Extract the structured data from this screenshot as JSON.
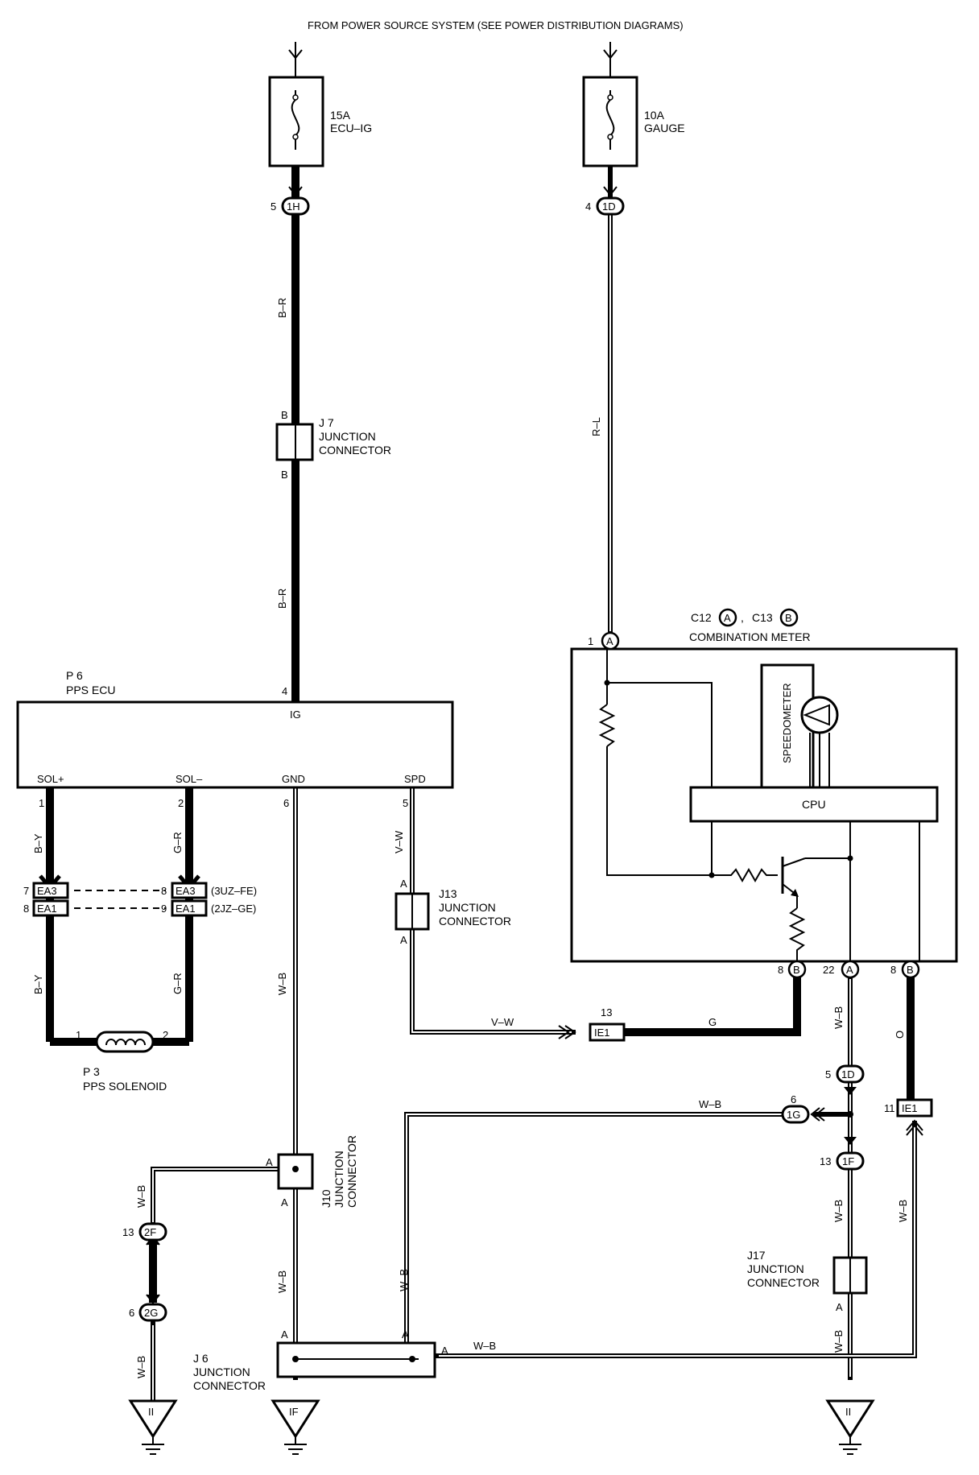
{
  "header": {
    "source_note": "FROM POWER SOURCE SYSTEM (SEE POWER DISTRIBUTION DIAGRAMS)"
  },
  "fuses": [
    {
      "amp": "15A",
      "name": "ECU–IG"
    },
    {
      "amp": "10A",
      "name": "GAUGE"
    }
  ],
  "connectors": {
    "c1H": {
      "pin": "5",
      "id": "1H"
    },
    "c1D_top": {
      "pin": "4",
      "id": "1D"
    },
    "c1D_mid": {
      "pin": "5",
      "id": "1D"
    },
    "c1G": {
      "pin": "6",
      "id": "1G"
    },
    "c1F": {
      "pin": "13",
      "id": "1F"
    },
    "c2F": {
      "pin": "13",
      "id": "2F"
    },
    "c2G": {
      "pin": "6",
      "id": "2G"
    },
    "ea3_left": {
      "pin": "7",
      "id": "EA3"
    },
    "ea1_left": {
      "pin": "8",
      "id": "EA1"
    },
    "ea3_right": {
      "pin": "8",
      "id": "EA3",
      "note": "(3UZ–FE)"
    },
    "ea1_right": {
      "pin": "9",
      "id": "EA1",
      "note": "(2JZ–GE)"
    },
    "ie1_mid": {
      "pin": "13",
      "id": "IE1"
    },
    "ie1_right": {
      "pin": "11",
      "id": "IE1"
    }
  },
  "wires": {
    "br_top": "B–R",
    "br_bottom": "B–R",
    "rl": "R–L",
    "by_top": "B–Y",
    "by_bottom": "B–Y",
    "gr_top": "G–R",
    "gr_bottom": "G–R",
    "vw_vert": "V–W",
    "vw_horiz": "V–W",
    "g_horiz": "G",
    "wb_gnd": "W–B",
    "wb_gnd_low": "W–B",
    "wb_left_top": "W–B",
    "wb_left_bottom": "W–B",
    "wb_loop_vert": "W–B",
    "wb_top_horiz": "W–B",
    "wb_j6_horiz": "W–B",
    "wb_meter": "W–B",
    "wb_j17_top": "W–B",
    "wb_j17_bottom": "W–B",
    "wb_right_vert": "W–B",
    "o_wire": "O"
  },
  "junctions": {
    "j7": {
      "id": "J 7",
      "line1": "JUNCTION",
      "line2": "CONNECTOR",
      "pin_top": "B",
      "pin_bottom": "B"
    },
    "j13": {
      "id": "J13",
      "line1": "JUNCTION",
      "line2": "CONNECTOR",
      "pin_top": "A",
      "pin_bottom": "A"
    },
    "j10": {
      "id": "J10",
      "line1": "JUNCTION",
      "line2": "CONNECTOR",
      "pin_left": "A",
      "pin_bottom": "A"
    },
    "j6": {
      "id": "J 6",
      "line1": "JUNCTION",
      "line2": "CONNECTOR",
      "pin_a1": "A",
      "pin_a2": "A",
      "pin_a3": "A"
    },
    "j17": {
      "id": "J17",
      "line1": "JUNCTION",
      "line2": "CONNECTOR",
      "pin_bottom": "A"
    }
  },
  "ecu": {
    "ref": "P 6",
    "name": "PPS ECU",
    "ig_pin": "4",
    "ig": "IG",
    "sol_plus_pin": "1",
    "sol_plus": "SOL+",
    "sol_minus_pin": "2",
    "sol_minus": "SOL–",
    "gnd_pin": "6",
    "gnd": "GND",
    "spd_pin": "5",
    "spd": "SPD"
  },
  "solenoid": {
    "ref": "P 3",
    "name": "PPS SOLENOID",
    "pin1": "1",
    "pin2": "2"
  },
  "meter": {
    "ref_a": "C12",
    "letter_a": "A",
    "sep": ",",
    "ref_b": "C13",
    "letter_b": "B",
    "name": "COMBINATION METER",
    "cpu": "CPU",
    "speedometer": "SPEEDOMETER",
    "pin_top": "1",
    "pin_top_letter": "A",
    "pin_b8_left": "8",
    "pin_b8_left_letter": "B",
    "pin_a22": "22",
    "pin_a22_letter": "A",
    "pin_b8_right": "8",
    "pin_b8_right_letter": "B"
  },
  "grounds": {
    "left": "II",
    "center": "IF",
    "right": "II"
  }
}
